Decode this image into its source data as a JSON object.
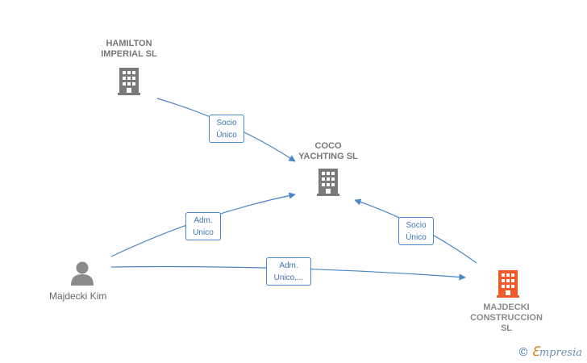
{
  "nodes": {
    "hamilton": {
      "label": "HAMILTON\nIMPERIAL SL"
    },
    "coco": {
      "label": "COCO\nYACHTING  SL"
    },
    "majdecki_construccion": {
      "label": "MAJDECKI\nCONSTRUCCION\nSL"
    },
    "majdecki_kim": {
      "label": "Majdecki Kim"
    }
  },
  "edges": {
    "hamilton_coco": {
      "label": "Socio\nÚnico"
    },
    "kim_coco": {
      "label": "Adm.\nUnico"
    },
    "kim_construccion": {
      "label": "Adm.\nUnico,..."
    },
    "construccion_coco": {
      "label": "Socio\nÚnico"
    }
  },
  "colors": {
    "company": "#7a7a7a",
    "company_highlight": "#f05a2a",
    "person": "#8a8a8a",
    "edge": "#4a86c8"
  },
  "footer": {
    "copyright_symbol": "©",
    "brand_initial": "ℇ",
    "brand_rest": "mpresia"
  }
}
